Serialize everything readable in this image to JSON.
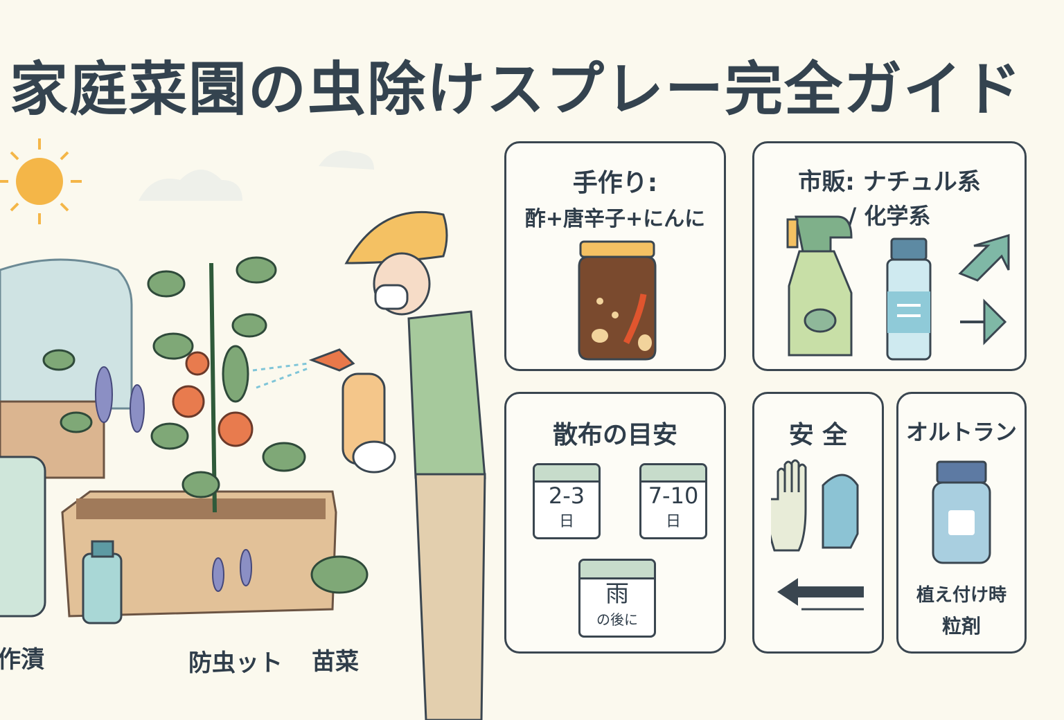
{
  "title": "家庭菜園の虫除けスプレー完全ガイド",
  "scene_labels": [
    "作漬",
    "防虫ット",
    "苗菜"
  ],
  "cards": {
    "homemade": {
      "line1": "手作り:",
      "line2": "酢+唐辛子+にんに"
    },
    "commercial": {
      "line1": "市販: ナチュル系",
      "line2": "/ 化学系"
    },
    "schedule": {
      "title": "散布の目安",
      "cal1_num": "2-3",
      "cal1_unit": "日",
      "cal2_num": "7-10",
      "cal2_unit": "日",
      "cal3_top": "雨",
      "cal3_bottom": "の後に"
    },
    "safety": {
      "title": "安 全"
    },
    "orutoran": {
      "title": "オルトラン",
      "line1": "植え付け時",
      "line2": "粒剤"
    }
  },
  "colors": {
    "accent_green": "#8fb89a",
    "sun": "#f4b648",
    "outline": "#3a4650",
    "background": "#fbf9ee"
  }
}
